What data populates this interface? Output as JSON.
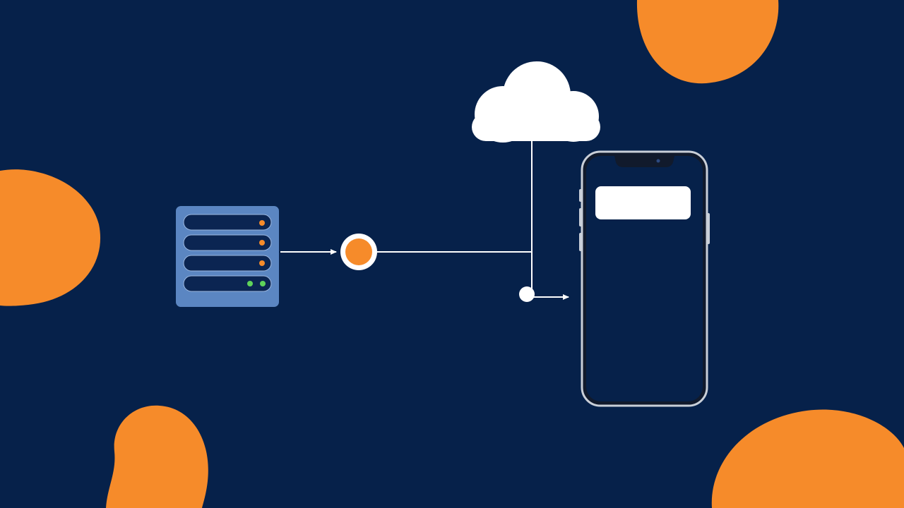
{
  "colors": {
    "background": "#06214a",
    "accent_orange": "#f68b2a",
    "server_blue": "#5b86c2",
    "server_slot": "#0b2552",
    "line_white": "#ffffff",
    "indicator_green": "#5fd35a",
    "phone_frame": "#c9cfd8",
    "phone_screen": "#06214a",
    "notification_card": "#ffffff"
  },
  "diagram": {
    "nodes": [
      {
        "id": "server",
        "icon": "server-rack-icon",
        "slots": 4
      },
      {
        "id": "hub",
        "icon": "orange-node-circle"
      },
      {
        "id": "cloud",
        "icon": "cloud-icon"
      },
      {
        "id": "junction",
        "icon": "white-dot"
      },
      {
        "id": "phone",
        "icon": "smartphone-icon",
        "content": "notification-card"
      }
    ],
    "connections": [
      {
        "from": "server",
        "to": "hub",
        "arrow": true
      },
      {
        "from": "hub",
        "to": "cloud-stem",
        "arrow": false
      },
      {
        "from": "cloud",
        "to": "junction",
        "arrow": false
      },
      {
        "from": "junction",
        "to": "phone",
        "arrow": true
      }
    ],
    "server_slot_indicators": [
      [
        "orange"
      ],
      [
        "orange"
      ],
      [
        "orange"
      ],
      [
        "green",
        "green"
      ]
    ]
  },
  "decorations": [
    "orange-blob-top-right",
    "orange-blob-left",
    "orange-blob-bottom-left",
    "orange-blob-bottom-right"
  ]
}
